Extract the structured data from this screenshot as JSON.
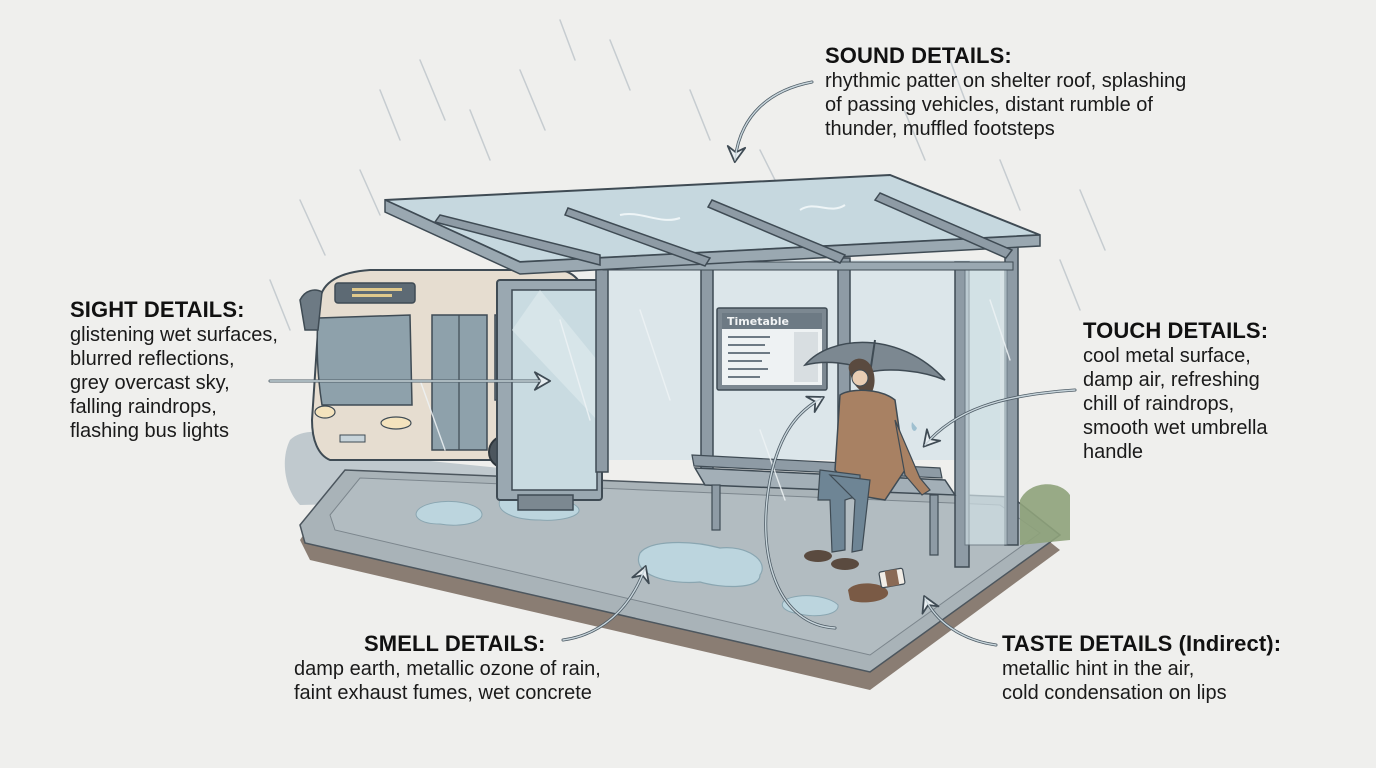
{
  "diagram": {
    "subject": "Rainy bus stop sensory details",
    "sections": [
      {
        "id": "sound",
        "title": "SOUND DETAILS:",
        "lines": [
          "rhythmic patter on shelter roof, splashing",
          "of passing vehicles, distant rumble of",
          "thunder, muffled footsteps"
        ],
        "points_to": "shelter-roof"
      },
      {
        "id": "sight",
        "title": "SIGHT DETAILS:",
        "lines": [
          "glistening wet surfaces,",
          "blurred reflections,",
          "grey overcast sky,",
          "falling raindrops,",
          "flashing bus lights"
        ],
        "points_to": "advertising-panel"
      },
      {
        "id": "touch",
        "title": "TOUCH DETAILS:",
        "lines": [
          "cool metal surface,",
          "damp air, refreshing",
          "chill of raindrops,",
          "smooth wet umbrella",
          "handle"
        ],
        "points_to": "seated-person"
      },
      {
        "id": "smell",
        "title": "SMELL DETAILS:",
        "lines": [
          "damp earth, metallic ozone of rain,",
          "faint exhaust fumes, wet concrete"
        ],
        "points_to": "puddle"
      },
      {
        "id": "taste",
        "title": "TASTE DETAILS (Indirect):",
        "lines": [
          "metallic hint in the air,",
          "cold condensation on lips"
        ],
        "points_to": "spilled-coffee-cup"
      }
    ],
    "scene_elements": {
      "timetable_sign": "Timetable"
    },
    "colors": {
      "background": "#efefed",
      "steel": "#8e9ba5",
      "steel_dark": "#5d6a74",
      "glass": "#c9dbe1",
      "puddle": "#b9d3dc",
      "pavement": "#a9b3b8",
      "curb": "#8a7d73",
      "bus_body": "#e6ddd0",
      "coat": "#a88163",
      "jeans": "#6e8595",
      "arrow": "#4f5d67",
      "text": "#111111"
    }
  }
}
